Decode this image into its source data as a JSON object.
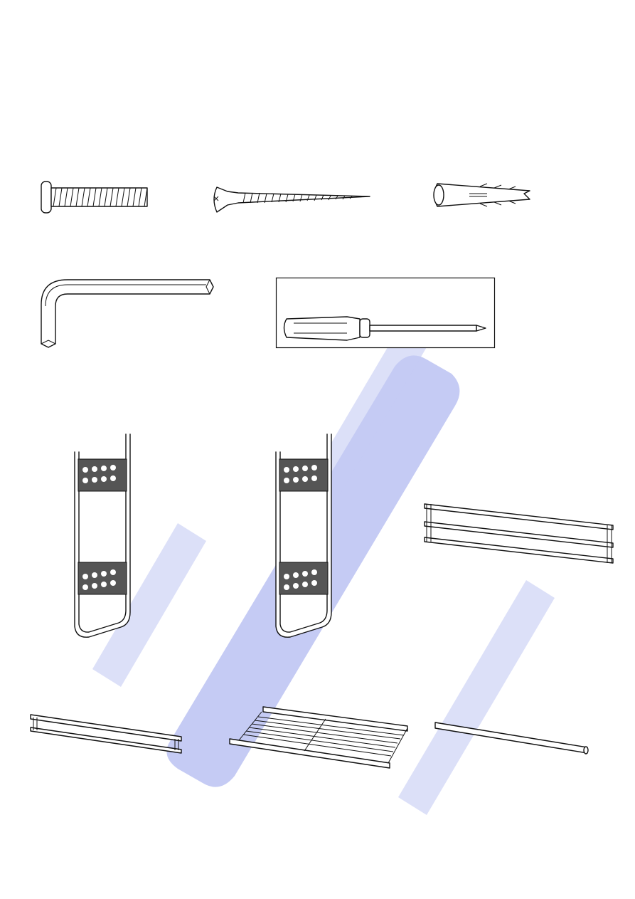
{
  "page": {
    "title": "",
    "watermark_color": "#8a96e8",
    "line_color": "#111111"
  },
  "hardware": [
    {
      "name": "bolt-icon"
    },
    {
      "name": "wood-screw-icon"
    },
    {
      "name": "wall-anchor-icon"
    }
  ],
  "tools": [
    {
      "name": "allen-key-icon"
    },
    {
      "name": "screwdriver-icon"
    }
  ],
  "parts": [
    {
      "name": "side-frame-left"
    },
    {
      "name": "side-frame-right"
    },
    {
      "name": "back-rail-assembly"
    },
    {
      "name": "front-rail"
    },
    {
      "name": "wire-shelf"
    },
    {
      "name": "single-tube"
    }
  ]
}
